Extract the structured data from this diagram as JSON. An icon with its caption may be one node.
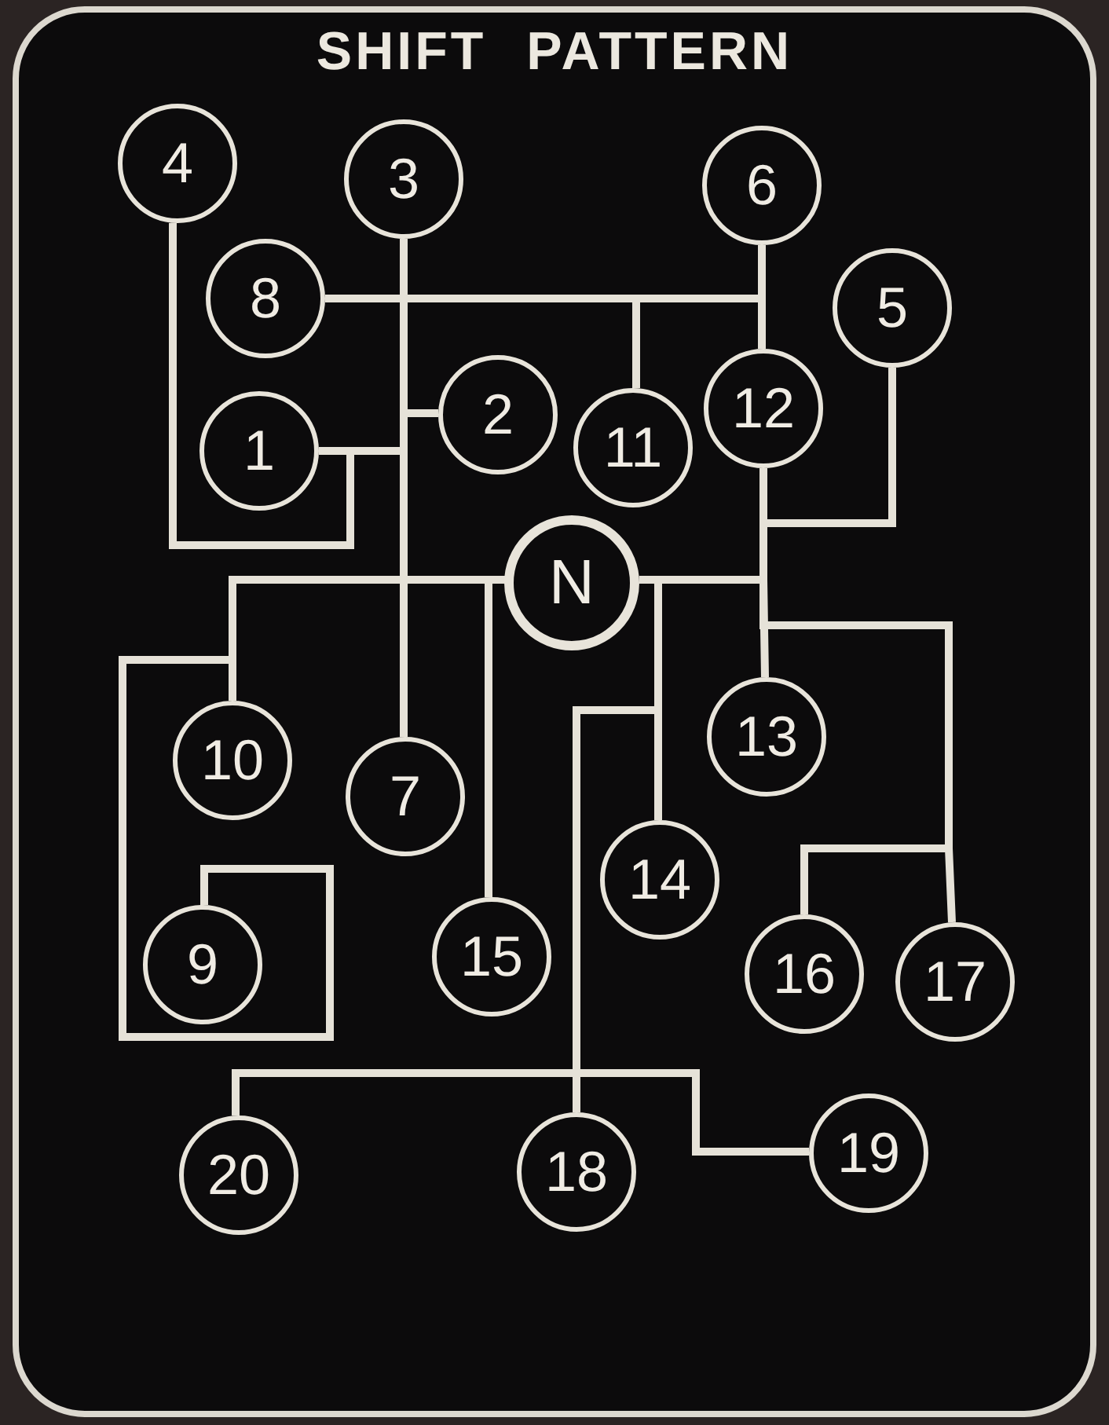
{
  "diagram": {
    "title": "SHIFT PATTERN",
    "nodes": [
      {
        "text": [
          "4"
        ]
      },
      {
        "text": [
          "3"
        ]
      },
      {
        "text": [
          "6"
        ]
      },
      {
        "text": [
          "8"
        ]
      },
      {
        "text": [
          "5"
        ]
      },
      {
        "text": [
          "1"
        ]
      },
      {
        "text": [
          "2"
        ]
      },
      {
        "text": [
          "11"
        ]
      },
      {
        "text": [
          "12"
        ]
      },
      {
        "text": [
          "N"
        ]
      },
      {
        "text": [
          "10"
        ]
      },
      {
        "text": [
          "7"
        ]
      },
      {
        "text": [
          "13"
        ]
      },
      {
        "text": [
          "14"
        ]
      },
      {
        "text": [
          "9"
        ]
      },
      {
        "text": [
          "15"
        ]
      },
      {
        "text": [
          "16"
        ]
      },
      {
        "text": [
          "17"
        ]
      },
      {
        "text": [
          "20"
        ]
      },
      {
        "text": [
          "18"
        ]
      },
      {
        "text": [
          "19"
        ]
      }
    ],
    "edges": [
      {
        "from": 0,
        "to": 9,
        "arrow": "none"
      },
      {
        "from": 1,
        "to": 9,
        "arrow": "none"
      },
      {
        "from": 2,
        "to": 8,
        "arrow": "none"
      },
      {
        "from": 2,
        "to": 9,
        "arrow": "none"
      },
      {
        "from": 3,
        "to": 9,
        "arrow": "none"
      },
      {
        "from": 4,
        "to": 9,
        "arrow": "none"
      },
      {
        "from": 5,
        "to": 9,
        "arrow": "none"
      },
      {
        "from": 6,
        "to": 9,
        "arrow": "none"
      },
      {
        "from": 7,
        "to": 9,
        "arrow": "none"
      },
      {
        "from": 8,
        "to": 9,
        "arrow": "none"
      },
      {
        "from": 10,
        "to": 9,
        "arrow": "none"
      },
      {
        "from": 11,
        "to": 9,
        "arrow": "none"
      },
      {
        "from": 12,
        "to": 9,
        "arrow": "none"
      },
      {
        "from": 13,
        "to": 9,
        "arrow": "none"
      },
      {
        "from": 14,
        "to": 9,
        "arrow": "none"
      },
      {
        "from": 15,
        "to": 9,
        "arrow": "none"
      },
      {
        "from": 16,
        "to": 9,
        "arrow": "none"
      },
      {
        "from": 17,
        "to": 9,
        "arrow": "none"
      },
      {
        "from": 18,
        "to": 9,
        "arrow": "none"
      },
      {
        "from": 19,
        "to": 9,
        "arrow": "none"
      },
      {
        "from": 20,
        "to": 9,
        "arrow": "none"
      }
    ]
  }
}
